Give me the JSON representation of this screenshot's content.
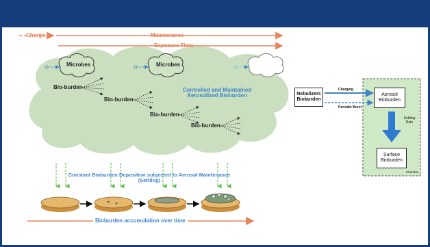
{
  "labels": {
    "charge": "Charge",
    "maintenance": "Maintenance",
    "exposure_time": "Exposure Time",
    "microbes_1": "Microbes",
    "microbes_2": "Microbes",
    "bioburden_1": "Bio-burden",
    "bioburden_2": "Bio-burden",
    "bioburden_3": "Bio-burden",
    "bioburden_4": "Bio-burden",
    "cloud_caption": "Controlled and Maintained Aerosolized Bioburden",
    "deposition_caption": "Constant Bioburden Deposition subjected to Aerosol Maintenance (Settling)",
    "accumulation_caption": "Bioburden accumulation over time"
  },
  "chamber": {
    "nebulizers": "Nebulizers Bioburden",
    "charging": "Charging",
    "periodic_burst": "Periodic Burst",
    "aerosol": "Aerosol Bioburden",
    "settling_rate": "Settling Rate",
    "surface": "Surface Bioburden",
    "chamber": "Chamber"
  },
  "colors": {
    "frame": "#173e7c",
    "cloud": "#c9dfbf",
    "chamber_bg": "#cfe8c5",
    "accent_blue": "#3f83c9",
    "accent_orange": "#e8845a",
    "settle_arrow": "#5fbf4c",
    "petri": "#e6b86b"
  }
}
